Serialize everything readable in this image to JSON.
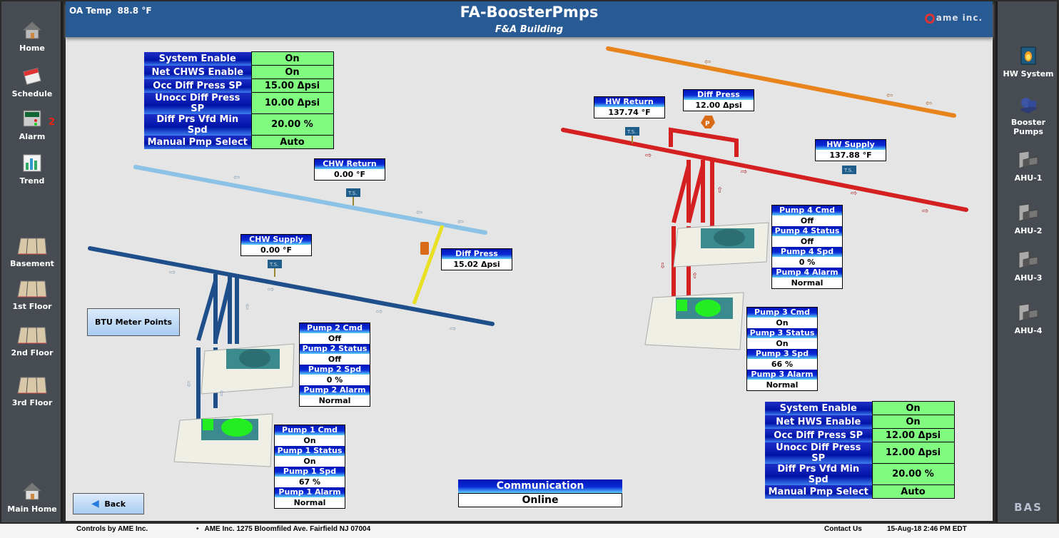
{
  "header": {
    "oa_temp_label": "OA Temp",
    "oa_temp_value": "88.8 °F",
    "title": "FA-BoosterPmps",
    "subtitle": "F&A Building",
    "logo": "ame inc."
  },
  "left_nav": [
    {
      "label": "Home",
      "icon": "home-icon"
    },
    {
      "label": "Schedule",
      "icon": "calendar-icon"
    },
    {
      "label": "Alarm",
      "icon": "alarm-panel-icon",
      "badge": "2"
    },
    {
      "label": "Trend",
      "icon": "trend-chart-icon"
    },
    {
      "label": "Basement",
      "icon": "floorplan-icon"
    },
    {
      "label": "1st Floor",
      "icon": "floorplan-icon"
    },
    {
      "label": "2nd Floor",
      "icon": "floorplan-icon"
    },
    {
      "label": "3rd Floor",
      "icon": "floorplan-icon"
    },
    {
      "label": "Main Home",
      "icon": "home-icon"
    }
  ],
  "right_nav": [
    {
      "label": "HW System",
      "icon": "boiler-icon"
    },
    {
      "label": "Booster Pumps",
      "icon": "pump-icon"
    },
    {
      "label": "AHU-1",
      "icon": "ahu-duct-icon"
    },
    {
      "label": "AHU-2",
      "icon": "ahu-duct-icon"
    },
    {
      "label": "AHU-3",
      "icon": "ahu-duct-icon"
    },
    {
      "label": "AHU-4",
      "icon": "ahu-duct-icon"
    }
  ],
  "right_brand": "BAS",
  "chw_system": [
    {
      "label": "System Enable",
      "value": "On"
    },
    {
      "label": "Net CHWS Enable",
      "value": "On"
    },
    {
      "label": "Occ Diff Press SP",
      "value": "15.00 Δpsi"
    },
    {
      "label": "Unocc Diff Press SP",
      "value": "10.00 Δpsi"
    },
    {
      "label": "Diff Prs Vfd Min Spd",
      "value": "20.00 %"
    },
    {
      "label": "Manual Pmp Select",
      "value": "Auto"
    }
  ],
  "hw_system": [
    {
      "label": "System Enable",
      "value": "On"
    },
    {
      "label": "Net HWS Enable",
      "value": "On"
    },
    {
      "label": "Occ Diff Press SP",
      "value": "12.00 Δpsi"
    },
    {
      "label": "Unocc Diff Press SP",
      "value": "12.00 Δpsi"
    },
    {
      "label": "Diff Prs Vfd Min Spd",
      "value": "20.00 %"
    },
    {
      "label": "Manual Pmp Select",
      "value": "Auto"
    }
  ],
  "sensors": {
    "chw_return": {
      "label": "CHW Return",
      "value": "0.00 °F"
    },
    "chw_supply": {
      "label": "CHW Supply",
      "value": "0.00 °F"
    },
    "chw_diff_press": {
      "label": "Diff Press",
      "value": "15.02 Δpsi"
    },
    "hw_return": {
      "label": "HW Return",
      "value": "137.74 °F"
    },
    "hw_diff_press": {
      "label": "Diff Press",
      "value": "12.00 Δpsi"
    },
    "hw_supply": {
      "label": "HW Supply",
      "value": "137.88 °F"
    }
  },
  "pumps": {
    "p1": [
      {
        "label": "Pump 1 Cmd",
        "value": "On"
      },
      {
        "label": "Pump 1 Status",
        "value": "On"
      },
      {
        "label": "Pump 1 Spd",
        "value": "67 %"
      },
      {
        "label": "Pump 1 Alarm",
        "value": "Normal"
      }
    ],
    "p2": [
      {
        "label": "Pump 2 Cmd",
        "value": "Off"
      },
      {
        "label": "Pump 2 Status",
        "value": "Off"
      },
      {
        "label": "Pump 2 Spd",
        "value": "0 %"
      },
      {
        "label": "Pump 2 Alarm",
        "value": "Normal"
      }
    ],
    "p3": [
      {
        "label": "Pump 3 Cmd",
        "value": "On"
      },
      {
        "label": "Pump 3 Status",
        "value": "On"
      },
      {
        "label": "Pump 3 Spd",
        "value": "66 %"
      },
      {
        "label": "Pump 3 Alarm",
        "value": "Normal"
      }
    ],
    "p4": [
      {
        "label": "Pump 4 Cmd",
        "value": "Off"
      },
      {
        "label": "Pump 4 Status",
        "value": "Off"
      },
      {
        "label": "Pump 4 Spd",
        "value": "0 %"
      },
      {
        "label": "Pump 4 Alarm",
        "value": "Normal"
      }
    ]
  },
  "buttons": {
    "btu": "BTU Meter Points",
    "back": "Back"
  },
  "communication": {
    "label": "Communication",
    "value": "Online"
  },
  "footer": {
    "controls_by": "Controls by AME Inc.",
    "address": "AME Inc. 1275 Bloomfiled Ave. Fairfield NJ 07004",
    "contact": "Contact Us",
    "datetime": "15-Aug-18 2:46 PM EDT"
  },
  "colors": {
    "header_blue": "#285a94",
    "chw_return_pipe": "#8cc2e6",
    "chw_supply_pipe": "#1f4f8a",
    "hw_pipe": "#d42020",
    "orange_pipe": "#e8841c",
    "value_green": "#80fb80",
    "pump_running": "#22ee22",
    "pump_idle": "#2f7f7f"
  }
}
